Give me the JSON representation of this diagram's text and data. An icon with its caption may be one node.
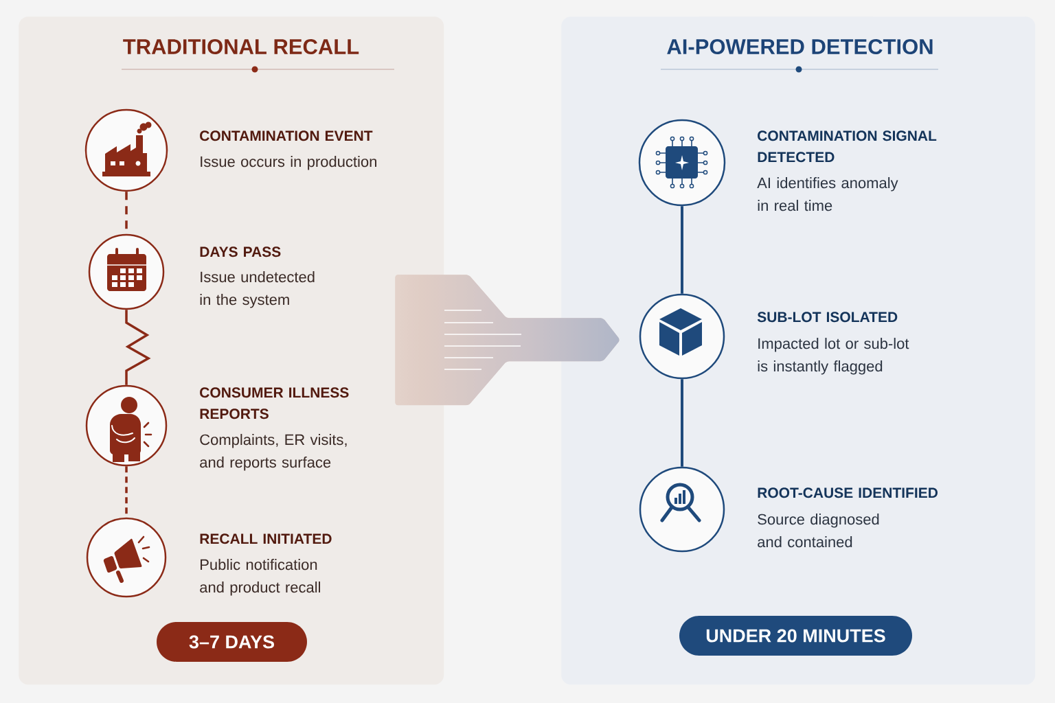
{
  "diagram": {
    "nodes": [
      {
        "text": [
          "TRADITIONAL RECALL"
        ]
      },
      {
        "text": [],
        "shape": "circle",
        "in": 0,
        "beside": [
          "CONTAMINATION EVENT",
          "Issue occurs in production"
        ]
      },
      {
        "text": [],
        "shape": "circle",
        "in": 0,
        "beside": [
          "DAYS PASS",
          "Issue undetected in the system"
        ]
      },
      {
        "text": [],
        "shape": "circle",
        "in": 0,
        "beside": [
          "CONSUMER ILLNESS REPORTS",
          "Complaints, ER visits, and reports surface"
        ]
      },
      {
        "text": [],
        "shape": "circle",
        "in": 0,
        "beside": [
          "RECALL INITIATED",
          "Public notification and product recall"
        ]
      },
      {
        "text": [
          "3–7 DAYS"
        ],
        "in": 0
      },
      {
        "text": [
          "AI-POWERED DETECTION"
        ]
      },
      {
        "text": [],
        "shape": "circle",
        "in": 6,
        "beside": [
          "CONTAMINATION SIGNAL DETECTED",
          "AI identifies anomaly in real time"
        ]
      },
      {
        "text": [],
        "shape": "circle",
        "in": 6,
        "beside": [
          "SUB-LOT ISOLATED",
          "Impacted lot or sub-lot is instantly flagged"
        ]
      },
      {
        "text": [],
        "shape": "circle",
        "in": 6,
        "beside": [
          "ROOT-CAUSE IDENTIFIED",
          "Source diagnosed and contained"
        ]
      },
      {
        "text": [
          "UNDER 20 MINUTES"
        ],
        "in": 6
      }
    ],
    "edges": [
      {
        "from": 1,
        "to": 2,
        "arrow": "none",
        "style": "dashed"
      },
      {
        "from": 2,
        "to": 3,
        "arrow": "none"
      },
      {
        "from": 3,
        "to": 4,
        "arrow": "none",
        "style": "dashed"
      },
      {
        "from": 0,
        "to": 6,
        "arrow": "to",
        "style": "thick"
      },
      {
        "from": 7,
        "to": 8,
        "arrow": "none",
        "color": "#1f4a7c"
      },
      {
        "from": 8,
        "to": 9,
        "arrow": "none",
        "color": "#1f4a7c"
      }
    ]
  }
}
